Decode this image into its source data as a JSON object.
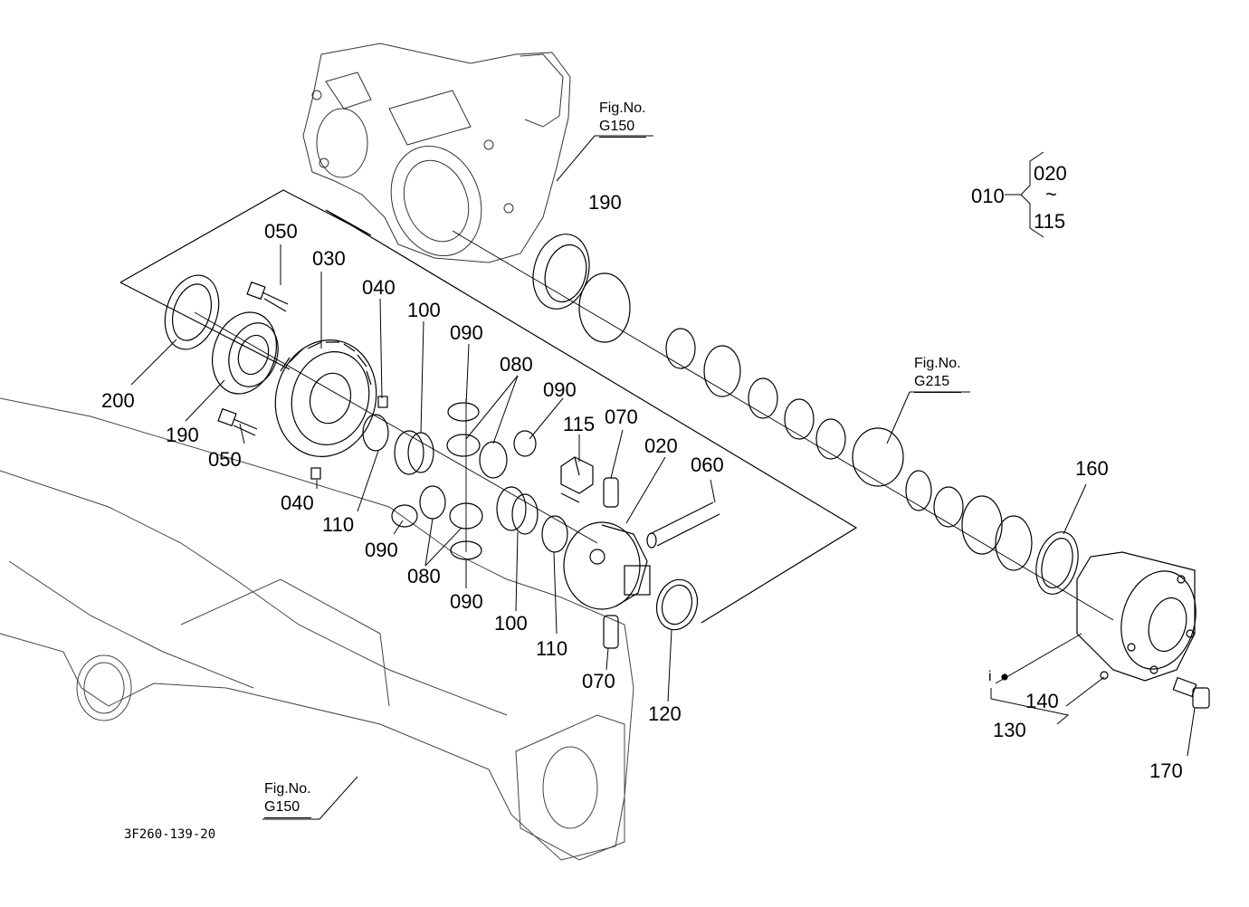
{
  "labels": {
    "p010": "010",
    "p020_top": "020",
    "p115_top": "115",
    "tilde": "~",
    "p190_top": "190",
    "p050_top": "050",
    "p030": "030",
    "p040_top": "040",
    "p100_top": "100",
    "p090_a": "090",
    "p080_top": "080",
    "p090_b": "090",
    "p115": "115",
    "p070_top": "070",
    "p020": "020",
    "p060": "060",
    "p160": "160",
    "p200": "200",
    "p190_left": "190",
    "p050_bottom": "050",
    "p040_bottom": "040",
    "p110_left": "110",
    "p090_c": "090",
    "p080_bottom": "080",
    "p090_d": "090",
    "p100_bottom": "100",
    "p110_right": "110",
    "p070_bottom": "070",
    "p120": "120",
    "p140": "140",
    "p130": "130",
    "p170": "170",
    "i_mark": "i"
  },
  "fig_refs": {
    "top": {
      "label": "Fig.No.",
      "code": "G150"
    },
    "right": {
      "label": "Fig.No.",
      "code": "G215"
    },
    "bottom": {
      "label": "Fig.No.",
      "code": "G150"
    }
  },
  "drawing_id": "3F260-139-20",
  "colors": {
    "ink": "#000000",
    "paper": "#ffffff",
    "light_ink": "#555555"
  }
}
